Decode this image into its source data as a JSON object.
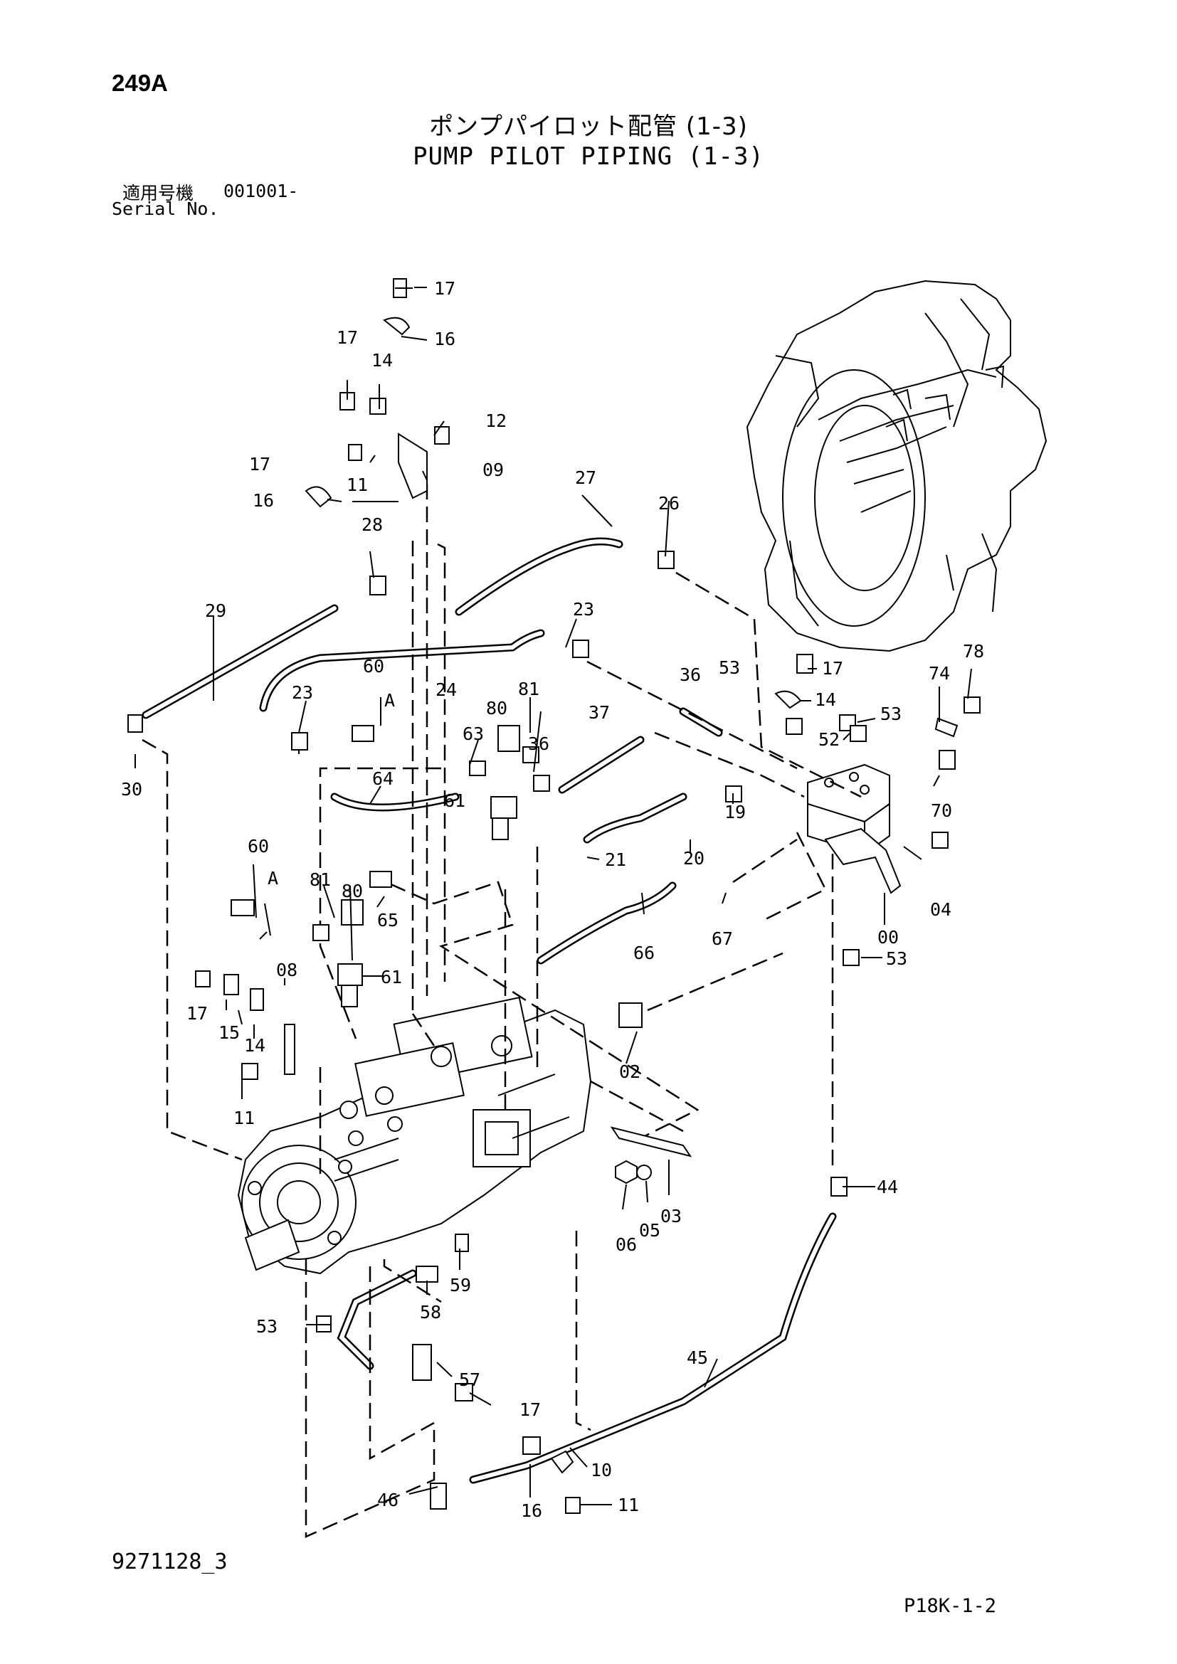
{
  "header": {
    "page_number": "249A",
    "title_jp": "ポンプパイロット配管 (1-3)",
    "title_en": "PUMP PILOT PIPING (1-3)",
    "serial_label_jp": "適用号機",
    "serial_value": "001001-",
    "serial_label_en": "Serial No."
  },
  "footer": {
    "doc_code": "9271128_3",
    "page_code": "P18K-1-2"
  },
  "callouts": [
    "17",
    "16",
    "17",
    "14",
    "12",
    "09",
    "17",
    "11",
    "16",
    "27",
    "26",
    "28",
    "29",
    "23",
    "24",
    "60",
    "A",
    "23",
    "81",
    "80",
    "36",
    "37",
    "36",
    "53",
    "17",
    "14",
    "53",
    "74",
    "78",
    "52",
    "30",
    "64",
    "63",
    "61",
    "19",
    "20",
    "70",
    "21",
    "60",
    "A",
    "80",
    "81",
    "65",
    "61",
    "66",
    "67",
    "04",
    "00",
    "53",
    "08",
    "17",
    "15",
    "14",
    "11",
    "02",
    "44",
    "03",
    "05",
    "06",
    "59",
    "58",
    "53",
    "57",
    "45",
    "17",
    "10",
    "46",
    "16",
    "11"
  ]
}
